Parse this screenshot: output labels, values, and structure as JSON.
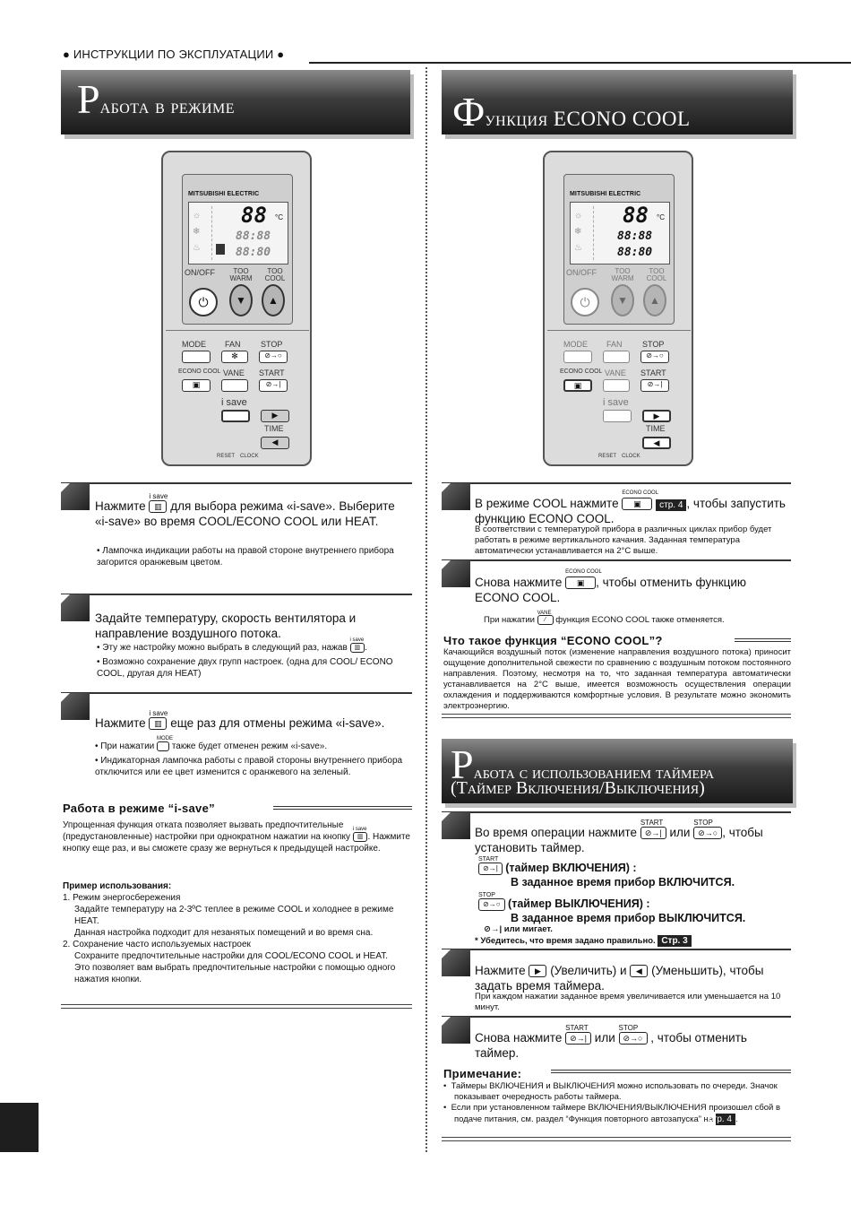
{
  "header": {
    "label": "● ИНСТРУКЦИИ ПО ЭКСПЛУАТАЦИИ ●"
  },
  "left": {
    "title_cap": "Р",
    "title_rest": "абота в режиме",
    "remote": {
      "brand": "MITSUBISHI ELECTRIC",
      "temp": "88",
      "temp_unit": "°C",
      "time1": "88:88",
      "time2": "88:80",
      "btn_onoff": "ON/OFF",
      "btn_too_warm": "TOO WARM",
      "btn_too_cool": "TOO COOL",
      "btn_mode": "MODE",
      "btn_fan": "FAN",
      "btn_stop": "STOP",
      "btn_econo": "ECONO COOL",
      "btn_vane": "VANE",
      "btn_start": "START",
      "btn_isave": "i save",
      "btn_time": "TIME",
      "reset": "RESET",
      "clock": "CLOCK"
    },
    "step1": {
      "pre": "Нажмите",
      "key_label": "i save",
      "post": "для выбора режима «i-save». Выберите «i-save» во время COOL/ECONO COOL или HEAT.",
      "note": "Лампочка индикации работы на правой стороне внутреннего прибора загорится оранжевым цветом."
    },
    "step2": {
      "text": "Задайте температуру, скорость вентилятора и направление воздушного потока.",
      "note1": "Эту же настройку можно выбрать в следующий раз, нажав",
      "note1_key": "i save",
      "note2": "Возможно сохранение двух групп настроек. (одна для COOL/ ECONO COOL, другая для HEAT)"
    },
    "step3": {
      "pre": "Нажмите",
      "key_label": "i save",
      "post": "еще раз для отмены режима «i-save».",
      "note1_pre": "При нажатии",
      "note1_key": "MODE",
      "note1_post": "также будет отменен режим «i-save».",
      "note2": "Индикаторная лампочка работы с правой стороны внутреннего прибора отключится или ее цвет изменится с оранжевого на зеленый."
    },
    "isave_section": {
      "heading": "Работа в режиме “i-save”",
      "p1_pre": "Упрощенная функция отката позволяет вызвать предпочтительные (предустановленные) настройки при однократном нажатии на кнопку",
      "p1_key": "i save",
      "p1_post": ". Нажмите кнопку еще раз, и вы сможете сразу же вернуться к предыдущей настройке.",
      "example_h": "Пример использования:",
      "ex1_title": "1. Режим энергосбережения",
      "ex1_a": "Задайте температуру на 2-3ºC теплее в режиме COOL и холоднее в режиме HEAT.",
      "ex1_b": "Данная настройка подходит для незанятых помещений и во время сна.",
      "ex2_title": "2. Сохранение часто используемых настроек",
      "ex2_a": "Сохраните предпочтительные настройки для COOL/ECONO COOL и HEAT.",
      "ex2_b": "Это позволяет вам выбрать предпочтительные настройки с помощью одного нажатия кнопки."
    }
  },
  "right": {
    "title_cap": "Ф",
    "title_rest": "ункция ECONO COOL",
    "step1": {
      "pre": "В режиме COOL нажмите",
      "key_label": "ECONO COOL",
      "badge": "стр. 4",
      "post": ", чтобы запустить функцию ECONO COOL.",
      "note": "В соответствии с температурой прибора в различных циклах прибор будет работать в режиме вертикального качания. Заданная температура автоматически устанавливается на 2°C выше."
    },
    "step2": {
      "pre": "Снова нажмите",
      "key_label": "ECONO COOL",
      "post": ", чтобы отменить функцию ECONO COOL.",
      "note_pre": "При нажатии",
      "note_key": "VANE",
      "note_post": "функция ECONO COOL также отменяется."
    },
    "econo_what": {
      "heading": "Что такое функция “ECONO COOL”?",
      "text": "Качающийся воздушный поток (изменение направления воздушного потока) приносит ощущение дополнительной свежести по сравнению с воздушным потоком постоянного направления. Поэтому, несмотря на то, что заданная температура автоматически устанавливается на 2°C выше, имеется возможность осуществления операции охлаждения и поддерживаются комфортные условия. В результате можно экономить электроэнергию."
    },
    "timer": {
      "title_cap": "Р",
      "title_rest": "абота с использованием таймера",
      "title_line2": "(Таймер Включения/Выключения)",
      "step1_pre": "Во время операции нажмите",
      "step1_mid": "или",
      "step1_post": ", чтобы установить таймер.",
      "key_start": "START",
      "key_stop": "STOP",
      "on_label": "(таймер ВКЛЮЧЕНИЯ) :",
      "on_desc": "В заданное время прибор ВКЛЮЧИТСЯ.",
      "off_label": "(таймер ВЫКЛЮЧЕНИЯ) :",
      "off_desc": "В заданное время прибор ВЫКЛЮЧИТСЯ.",
      "blink": "или мигает.",
      "check": "* Убедитесь, что время задано правильно.",
      "check_badge": "Стр. 3",
      "step2_pre": "Нажмите",
      "step2_inc": "(Увеличить) и",
      "step2_dec": "(Уменьшить), чтобы задать время таймера.",
      "step2_note": "При каждом нажатии заданное время увеличивается или уменьшается на 10 минут.",
      "step3_pre": "Снова нажмите",
      "step3_mid": "или",
      "step3_post": ", чтобы отменить таймер.",
      "note_h": "Примечание:",
      "note1": "Таймеры ВКЛЮЧЕНИЯ и ВЫКЛЮЧЕНИЯ можно использовать по очереди. Значок показывает очередность работы таймера.",
      "note2_pre": "Если при установленном таймере ВКЛЮЧЕНИЯ/ВЫКЛЮЧЕНИЯ произошел сбой в подаче питания, см. раздел “Функция повторного автозапуска” на",
      "note2_badge": "стр. 4"
    }
  }
}
